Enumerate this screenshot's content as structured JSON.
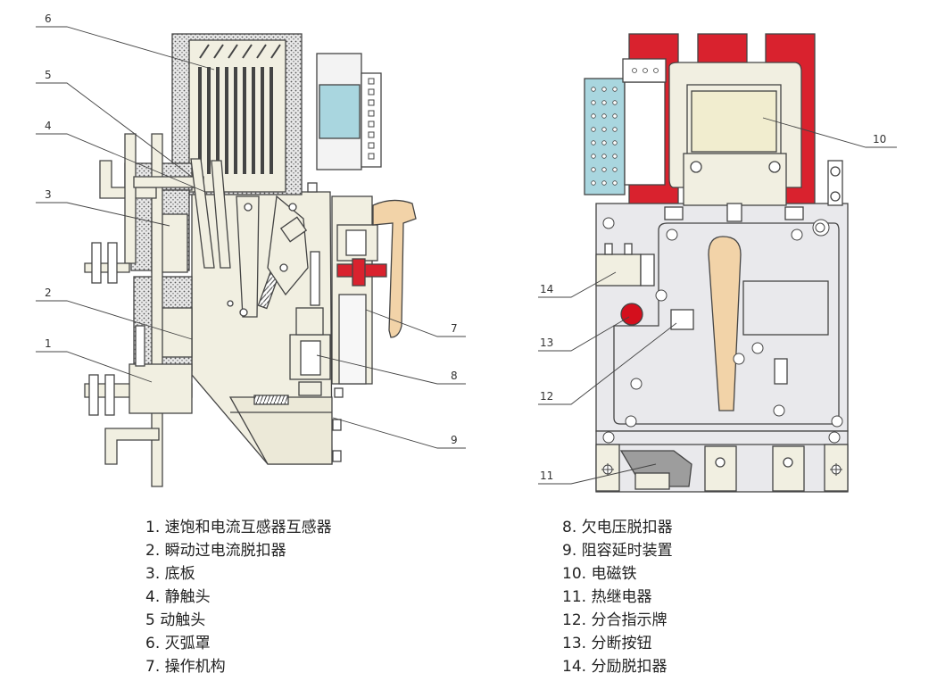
{
  "left_callouts": [
    "6",
    "5",
    "4",
    "3",
    "2",
    "1",
    "7",
    "8",
    "9"
  ],
  "right_callouts": [
    "10",
    "14",
    "13",
    "12",
    "11"
  ],
  "legend_left": [
    "1. 速饱和电流互感器互感器",
    "2. 瞬动过电流脱扣器",
    "3. 底板",
    "4. 静触头",
    "5 动触头",
    "6. 灭弧罩",
    "7. 操作机构"
  ],
  "legend_right": [
    "8. 欠电压脱扣器",
    "9. 阻容延时装置",
    "10. 电磁铁",
    "11. 热继电器",
    "12. 分合指示牌",
    "13. 分断按钮",
    "14. 分励脱扣器"
  ],
  "colors": {
    "outline": "#444444",
    "body": "#f1efe1",
    "panel": "#e9e9ec",
    "terminal_red": "#d9222e",
    "handle": "#f2d3a8",
    "module_blue": "#a9d6df",
    "button_red": "#d40f1d"
  }
}
